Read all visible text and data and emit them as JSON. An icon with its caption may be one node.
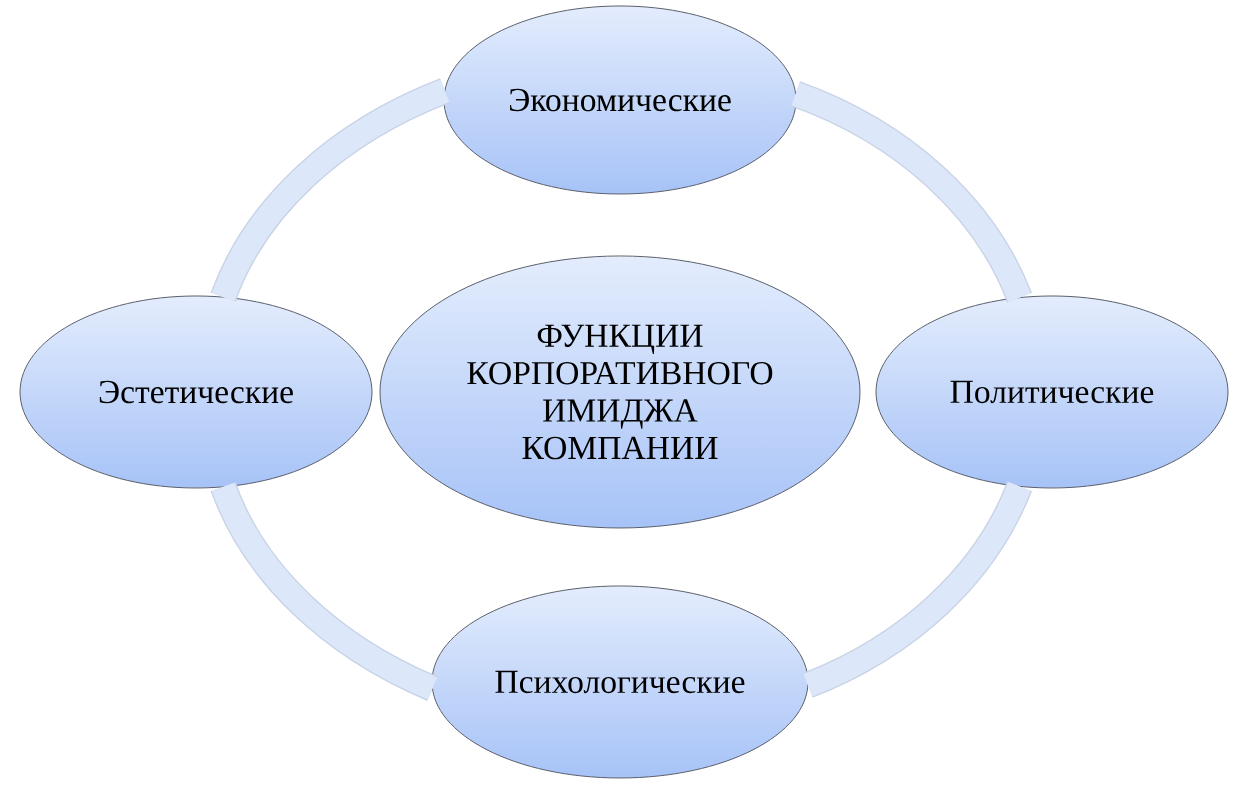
{
  "diagram": {
    "nodes": [
      {
        "text": [
          "Экономические"
        ]
      },
      {
        "text": [
          "Эстетические"
        ]
      },
      {
        "text": [
          "ФУНКЦИИ КОРПОРАТИВНОГО ИМИДЖА КОМПАНИИ"
        ]
      },
      {
        "text": [
          "Политические"
        ]
      },
      {
        "text": [
          "Психологические"
        ]
      }
    ],
    "edges": [
      {
        "from": 0,
        "to": 3,
        "arrow": "none"
      },
      {
        "from": 3,
        "to": 4,
        "arrow": "none"
      },
      {
        "from": 4,
        "to": 1,
        "arrow": "none"
      },
      {
        "from": 1,
        "to": 0,
        "arrow": "none"
      }
    ]
  }
}
